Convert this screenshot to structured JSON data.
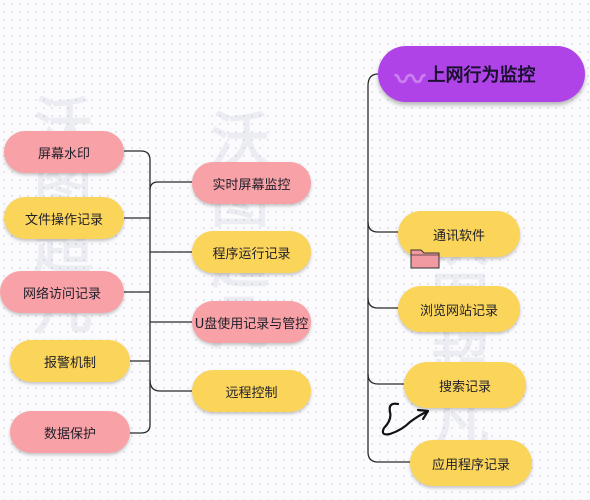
{
  "watermark": {
    "glyphs": "沃图超凡"
  },
  "root": {
    "label": "上网行为监控",
    "color": "#b043e8"
  },
  "right_branch": {
    "items": [
      {
        "label": "通讯软件",
        "color": "#fbd45a",
        "icon": "folder-icon"
      },
      {
        "label": "浏览网站记录",
        "color": "#fbd45a"
      },
      {
        "label": "搜索记录",
        "color": "#fbd45a",
        "icon": "scribble-arrow-icon"
      },
      {
        "label": "应用程序记录",
        "color": "#fbd45a"
      }
    ]
  },
  "middle_branch": {
    "items": [
      {
        "label": "实时屏幕监控",
        "color": "#f8a1a6"
      },
      {
        "label": "程序运行记录",
        "color": "#fbd45a"
      },
      {
        "label": "U盘使用记录与管控",
        "color": "#f8a1a6"
      },
      {
        "label": "远程控制",
        "color": "#fbd45a"
      }
    ]
  },
  "left_branch": {
    "items": [
      {
        "label": "屏幕水印",
        "color": "#f8a1a6"
      },
      {
        "label": "文件操作记录",
        "color": "#fbd45a"
      },
      {
        "label": "网络访问记录",
        "color": "#f8a1a6"
      },
      {
        "label": "报警机制",
        "color": "#fbd45a"
      },
      {
        "label": "数据保护",
        "color": "#f8a1a6"
      }
    ]
  }
}
